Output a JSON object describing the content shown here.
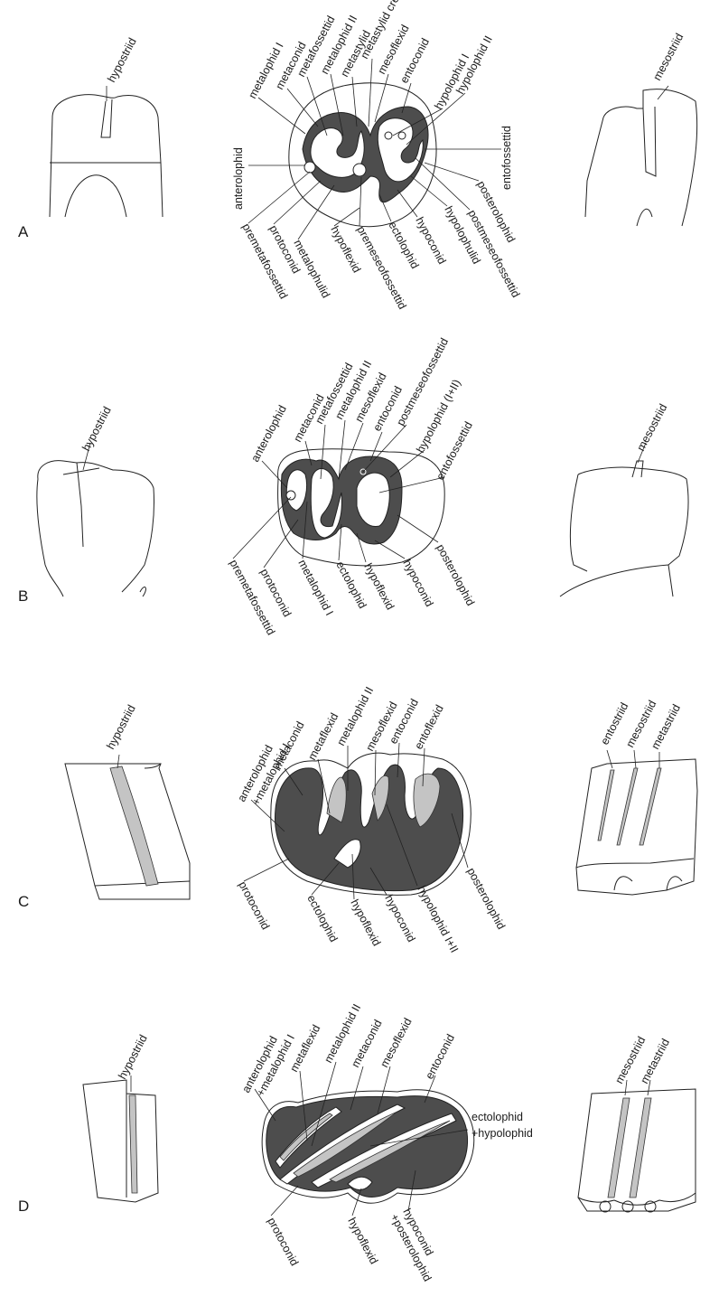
{
  "colors": {
    "enamel_dark": "#4d4d4d",
    "dentine_light": "#c4c4c4",
    "line": "#222222",
    "background": "#ffffff"
  },
  "panels": [
    {
      "letter": "A",
      "left_labels": [
        "hypostriid"
      ],
      "right_labels": [
        "mesostriid"
      ],
      "labels": [
        "metalophid I",
        "metaconid",
        "metafossettid",
        "metalophid II",
        "metastylid",
        "metastylid crest",
        "mesoflexid",
        "entoconid",
        "hypolophid I",
        "hypolophid II",
        "entofossettid",
        "anterolophid",
        "premetafossettid",
        "protoconid",
        "metalophulid",
        "hypoflexid",
        "premeseofossettid",
        "ectolophid",
        "hypoconid",
        "hypolophulid",
        "posterolophid",
        "postmeseofossettid"
      ]
    },
    {
      "letter": "B",
      "left_labels": [
        "hypostriid"
      ],
      "right_labels": [
        "mesostriid"
      ],
      "labels": [
        "anterolophid",
        "metaconid",
        "metafossettid",
        "metalophid II",
        "mesoflexid",
        "entoconid",
        "postmeseofossettid",
        "hypolophid (I+II)",
        "entofossettid",
        "premetafossettid",
        "protoconid",
        "metalophid I",
        "ectolophid",
        "hypoflexid",
        "hypoconid",
        "posterolophid"
      ]
    },
    {
      "letter": "C",
      "left_labels": [
        "hypostriid"
      ],
      "right_labels": [
        "entostriid",
        "mesostriid",
        "metastriid"
      ],
      "labels": [
        "anterolophid",
        "+metalophid I",
        "metaconid",
        "metaflexid",
        "metalophid II",
        "mesoflexid",
        "entoconid",
        "entoflexid",
        "protoconid",
        "ectolophid",
        "hypoflexid",
        "hypoconid",
        "hypolophid I+II",
        "posterolophid"
      ]
    },
    {
      "letter": "D",
      "left_labels": [
        "hypostriid"
      ],
      "right_labels": [
        "mesostriid",
        "metastriid"
      ],
      "labels": [
        "anterolophid",
        "+metalophid I",
        "metaflexid",
        "metalophid II",
        "metaconid",
        "mesoflexid",
        "entoconid",
        "ectolophid",
        "+hypolophid",
        "protoconid",
        "hypoflexid",
        "hypoconid",
        "+posterolophid"
      ]
    }
  ]
}
